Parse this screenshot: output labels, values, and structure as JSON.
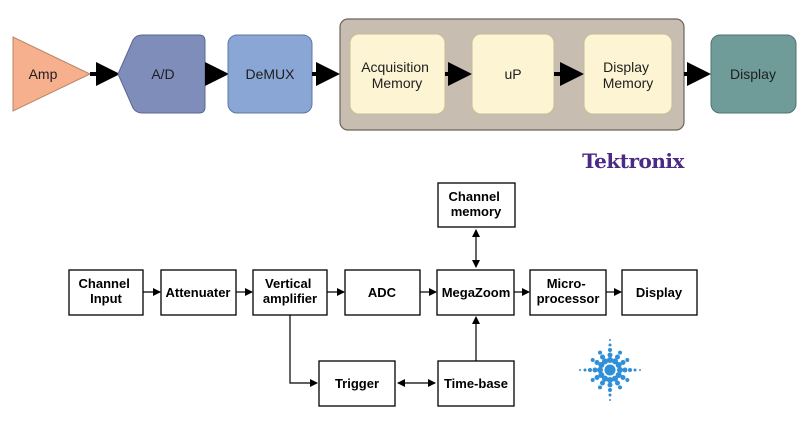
{
  "top_diagram": {
    "amp": "Amp",
    "ad": "A/D",
    "demux": "DeMUX",
    "acq_memory": [
      "Acquisition",
      "Memory"
    ],
    "up": "uP",
    "display_memory": [
      "Display",
      "Memory"
    ],
    "display": "Display",
    "colors": {
      "amp": "#f6b08e",
      "ad": "#7f8dbb",
      "demux": "#8aa6d4",
      "group_bg": "#c7bdb1",
      "inner": "#fdf4d3",
      "display": "#6f9b99",
      "arrow": "#000000"
    }
  },
  "tektronix_logo": "Tektronix",
  "bottom_diagram": {
    "channel_input": [
      "Channel",
      "Input"
    ],
    "attenuater": "Attenuater",
    "vertical_amplifier": [
      "Vertical",
      "amplifier"
    ],
    "adc": "ADC",
    "megazoom": "MegaZoom",
    "microprocessor": [
      "Micro-",
      "processor"
    ],
    "display": "Display",
    "channel_memory": [
      "Channel",
      "memory"
    ],
    "trigger": "Trigger",
    "time_base": "Time-base"
  },
  "agilent_logo_icon": "agilent-spark-icon"
}
